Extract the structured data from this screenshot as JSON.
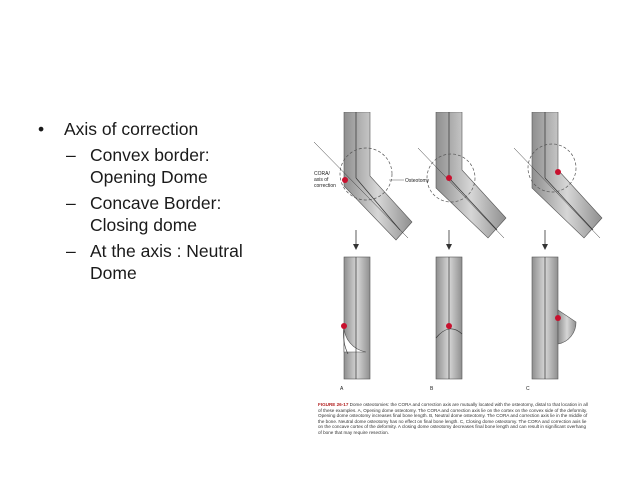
{
  "bullets": {
    "main": "Axis of correction",
    "subs": [
      {
        "line1": "Convex border:",
        "line2": "Opening Dome"
      },
      {
        "line1": "Concave Border:",
        "line2": "Closing dome"
      },
      {
        "line1": "At the axis : Neutral",
        "line2": "Dome"
      }
    ],
    "bullet_glyph": "•",
    "dash_glyph": "–"
  },
  "figure": {
    "label_cora": "CORA/",
    "label_axis": "axis of",
    "label_correction": "correction",
    "label_osteotomy": "Osteotomy",
    "panel_a": "A",
    "panel_b": "B",
    "panel_c": "C",
    "caption_title": "FIGURE 26-17",
    "caption_text": "Dome osteotomies: the CORA and correction axis are mutually located with the osteotomy, distal to that location in all of these examples. A, Opening dome osteotomy. The CORA and correction axis lie on the cortex on the convex side of the deformity. Opening dome osteotomy increases final bone length. B, Neutral dome osteotomy. The CORA and correction axis lie in the middle of the bone. Neutral dome osteotomy has no effect on final bone length. C, Closing dome osteotomy. The CORA and correction axis lie on the concave cortex of the deformity. A closing dome osteotomy decreases final bone length and can result in significant overhang of bone that may require resection."
  },
  "colors": {
    "bone_fill": "#a9a9a9",
    "bone_light": "#d8d8d8",
    "cora_marker": "#c8102e",
    "text": "#1a1a1a"
  }
}
